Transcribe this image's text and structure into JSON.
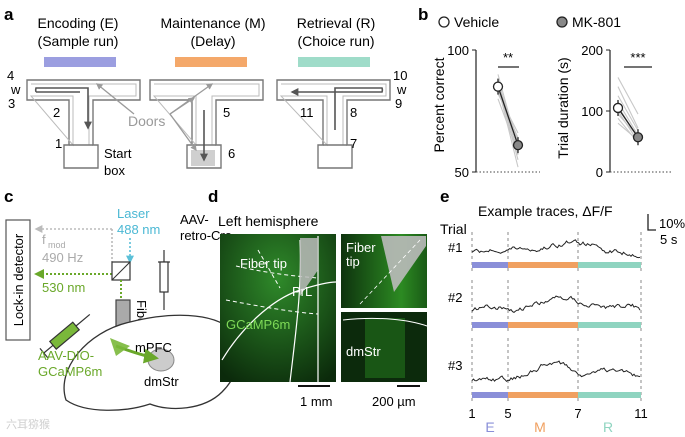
{
  "panel_a": {
    "label": "a",
    "phases": [
      {
        "title": "Encoding (E)",
        "subtitle": "(Sample run)",
        "color": "#9b9ee0"
      },
      {
        "title": "Maintenance (M)",
        "subtitle": "(Delay)",
        "color": "#f4a86a"
      },
      {
        "title": "Retrieval (R)",
        "subtitle": "(Choice run)",
        "color": "#9fdcc9"
      }
    ],
    "doors_label": "Doors",
    "start_box_label_1": "Start",
    "start_box_label_2": "box",
    "left_numbers": [
      "4",
      "w",
      "3",
      "2",
      "1"
    ],
    "middle_numbers": [
      "5",
      "6"
    ],
    "right_numbers": [
      "10",
      "w",
      "9",
      "11",
      "8",
      "7"
    ]
  },
  "panel_b": {
    "label": "b",
    "legend": [
      {
        "label": "Vehicle",
        "fill": "#ffffff"
      },
      {
        "label": "MK-801",
        "fill": "#888888"
      }
    ],
    "significance_1": "**",
    "significance_2": "***"
  },
  "chart_data": [
    {
      "type": "scatter",
      "ylabel": "Percent correct",
      "ylim": [
        50,
        100
      ],
      "yticks": [
        "50",
        "100"
      ],
      "x": [
        "Vehicle",
        "MK-801"
      ],
      "series": [
        {
          "name": "Vehicle",
          "values": [
            85
          ]
        },
        {
          "name": "MK-801",
          "values": [
            61
          ]
        }
      ],
      "paired_lines": [
        [
          88,
          57
        ],
        [
          86,
          55
        ],
        [
          85,
          52
        ],
        [
          84,
          59
        ],
        [
          83,
          64
        ],
        [
          87,
          62
        ],
        [
          82,
          66
        ],
        [
          90,
          60
        ],
        [
          80,
          58
        ],
        [
          86,
          63
        ]
      ]
    },
    {
      "type": "scatter",
      "ylabel": "Trial duration (s)",
      "ylim": [
        0,
        200
      ],
      "yticks": [
        "0",
        "100",
        "200"
      ],
      "x": [
        "Vehicle",
        "MK-801"
      ],
      "series": [
        {
          "name": "Vehicle",
          "values": [
            105
          ]
        },
        {
          "name": "MK-801",
          "values": [
            57
          ]
        }
      ],
      "paired_lines": [
        [
          155,
          95
        ],
        [
          140,
          72
        ],
        [
          125,
          68
        ],
        [
          115,
          60
        ],
        [
          108,
          55
        ],
        [
          100,
          50
        ],
        [
          95,
          58
        ],
        [
          88,
          48
        ],
        [
          80,
          52
        ]
      ]
    }
  ],
  "panel_c": {
    "label": "c",
    "lockin": "Lock-in detector",
    "fmod_1": "f",
    "fmod_sub": "mod",
    "fmod_2": "490 Hz",
    "laser_1": "Laser",
    "laser_2": "488 nm",
    "green_nm": "530 nm",
    "aav_retro_1": "AAV-",
    "aav_retro_2": "retro-Cre",
    "fiber": "Fiber",
    "mpfc": "mPFC",
    "dmstr": "dmStr",
    "aav_dio_1": "AAV-DIO-",
    "aav_dio_2": "GCaMP6m"
  },
  "panel_d": {
    "label": "d",
    "title": "Left hemisphere",
    "fiber_tip": "Fiber tip",
    "prl": "PrL",
    "gcamp": "GCaMP6m",
    "fiber_tip_zoom_1": "Fiber",
    "fiber_tip_zoom_2": "tip",
    "dmstr": "dmStr",
    "scale_1": "1 mm",
    "scale_2": "200 µm"
  },
  "panel_e": {
    "label": "e",
    "title": "Example traces, ΔF/F",
    "trial_label": "Trial",
    "scale_y": "10%",
    "scale_x": "5 s",
    "trials": [
      "#1",
      "#2",
      "#3"
    ],
    "x_ticks": [
      "1",
      "5",
      "7",
      "11"
    ],
    "phase_letters": [
      {
        "letter": "E",
        "color": "#8a8fd8"
      },
      {
        "letter": "M",
        "color": "#f0a060"
      },
      {
        "letter": "R",
        "color": "#8fd4c0"
      }
    ]
  },
  "watermark": "六耳猕猴"
}
